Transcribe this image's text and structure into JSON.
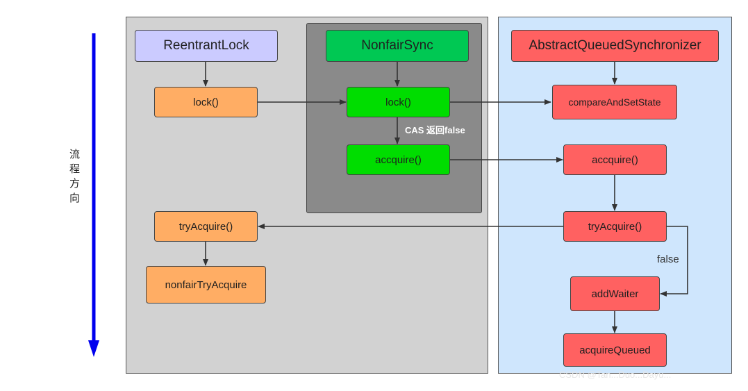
{
  "diagram": {
    "nodes": {
      "reentrantlock": "ReentrantLock",
      "nonfairsync": "NonfairSync",
      "aqs": "AbstractQueuedSynchronizer",
      "lock_left": "lock()",
      "lock_mid": "lock()",
      "cas": "compareAndSetState",
      "accquire_mid": "accquire()",
      "accquire_right": "accquire()",
      "tryacquire_left": "tryAcquire()",
      "tryacquire_right": "tryAcquire()",
      "nonfairtry": "nonfairTryAcquire",
      "addwaiter": "addWaiter",
      "acquirequeued": "acquireQueued"
    },
    "labels": {
      "cas_false": "CAS 返回false",
      "false": "false",
      "flow_direction": "流程方向"
    },
    "watermark": "CSDN @Tan...Duo...Dayu..."
  },
  "colors": {
    "panel_left": "#d2d2d2",
    "panel_inner": "#8a8a8a",
    "panel_right": "#cfe6fd",
    "purple": "#cbcbff",
    "green": "#00c853",
    "lime": "#00dd00",
    "orange": "#ffad64",
    "red": "#ff6161",
    "flow_arrow": "#0000ee"
  }
}
